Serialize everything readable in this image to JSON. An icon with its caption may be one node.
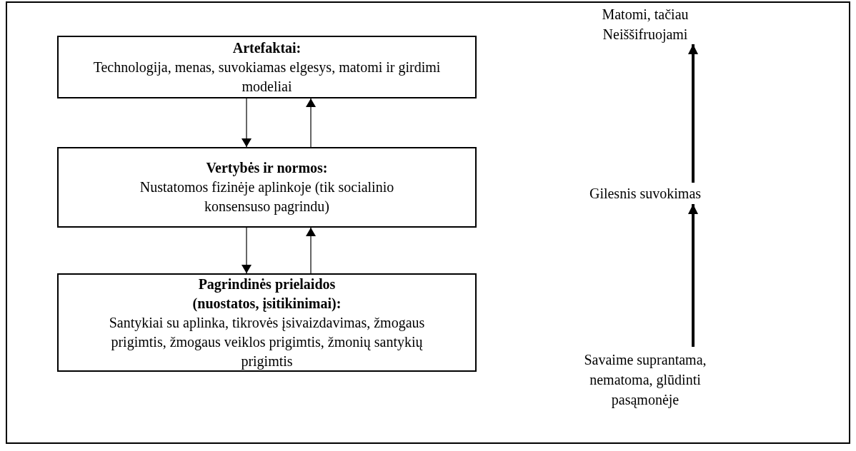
{
  "diagram": {
    "nodes": [
      {
        "text": [
          "Artefaktai:",
          "Technologija, menas, suvokiamas elgesys, matomi ir girdimi modeliai"
        ]
      },
      {
        "text": [
          "Vertybės ir normos:",
          "Nustatomos fizinėje aplinkoje (tik socialinio konsensuso pagrindu)"
        ]
      },
      {
        "text": [
          "Pagrindinės prielaidos (nuostatos, įsitikinimai):",
          "Santykiai su aplinka, tikrovės įsivaizdavimas, žmogaus prigimtis, žmogaus veiklos prigimtis, žmonių santykių prigimtis"
        ]
      },
      {
        "text": [
          "Matomi, tačiau Neiššifruojami"
        ]
      },
      {
        "text": [
          "Gilesnis suvokimas"
        ]
      },
      {
        "text": [
          "Savaime suprantama, nematoma, glūdinti pasąmonėje"
        ]
      }
    ],
    "edges": [
      {
        "from": 0,
        "to": 1,
        "arrow": "to"
      },
      {
        "from": 1,
        "to": 0,
        "arrow": "to"
      },
      {
        "from": 1,
        "to": 2,
        "arrow": "to"
      },
      {
        "from": 2,
        "to": 1,
        "arrow": "to"
      },
      {
        "from": 4,
        "to": 3,
        "arrow": "to",
        "style": "thick"
      },
      {
        "from": 5,
        "to": 4,
        "arrow": "to",
        "style": "thick"
      }
    ]
  }
}
